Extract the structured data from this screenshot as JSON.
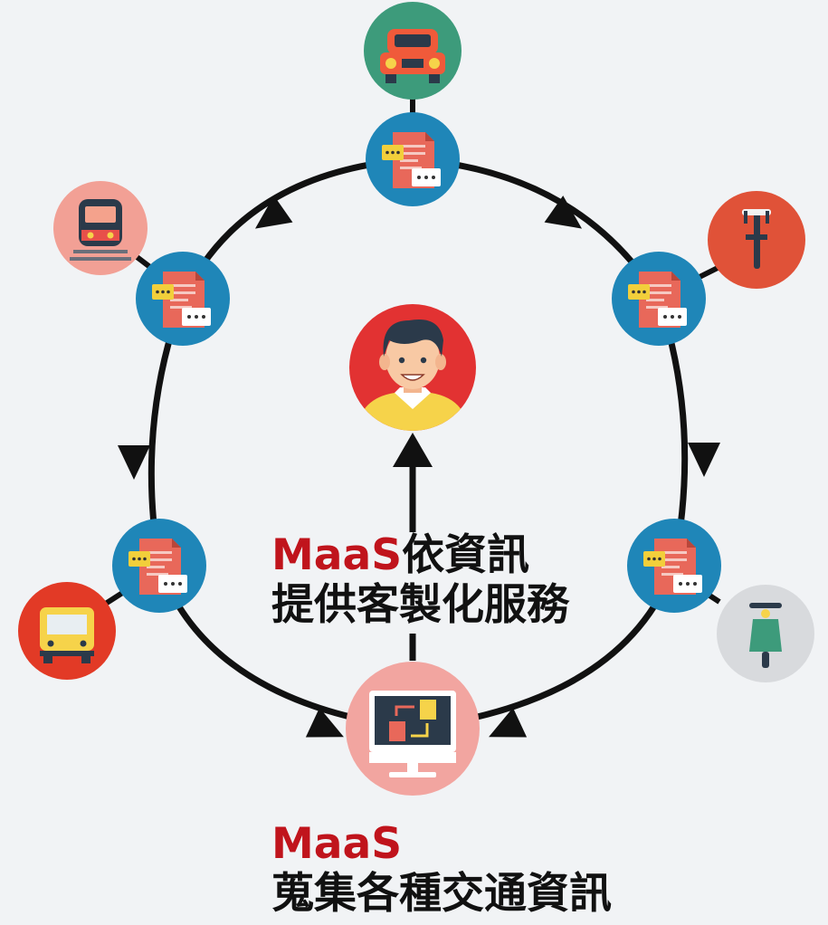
{
  "labels": {
    "center_brand": "MaaS",
    "center_line1_rest": "依資訊",
    "center_line2": "提供客製化服務",
    "bottom_brand": "MaaS",
    "bottom_line2": "蒐集各種交通資訊"
  },
  "colors": {
    "brand_red": "#c0141c",
    "node_blue": "#1f86b8",
    "document_red": "#e8685a",
    "arrow_black": "#111111",
    "car_bg": "#3d9b7b",
    "train_bg": "#f2a095",
    "bike_bg": "#e05238",
    "bus_bg": "#e23a26",
    "scooter_bg": "#d8dadd",
    "user_bg": "#e23232",
    "hub_bg": "#f2a5a0"
  },
  "icons": {
    "user": "user-avatar-icon",
    "hub": "computer-monitor-icon",
    "car": "car-icon",
    "train": "train-icon",
    "bike": "bicycle-icon",
    "bus": "bus-icon",
    "scooter": "scooter-icon",
    "node": "document-chat-icon"
  }
}
